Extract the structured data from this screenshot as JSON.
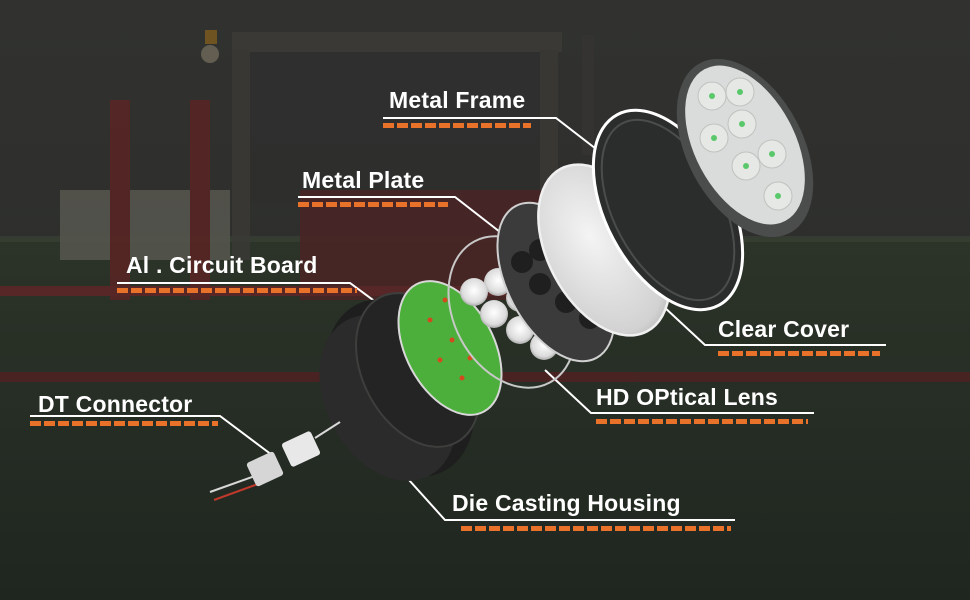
{
  "accent_color": "#e8722a",
  "leader_color": "#ffffff",
  "led_color": "#58c86a",
  "callouts": {
    "metal_frame": "Metal Frame",
    "metal_plate": "Metal Plate",
    "circuit_board": "Al . Circuit Board",
    "dt_connector": "DT Connector",
    "clear_cover": "Clear Cover",
    "optical_lens": "HD OPtical Lens",
    "die_casting_housing": "Die Casting Housing"
  }
}
